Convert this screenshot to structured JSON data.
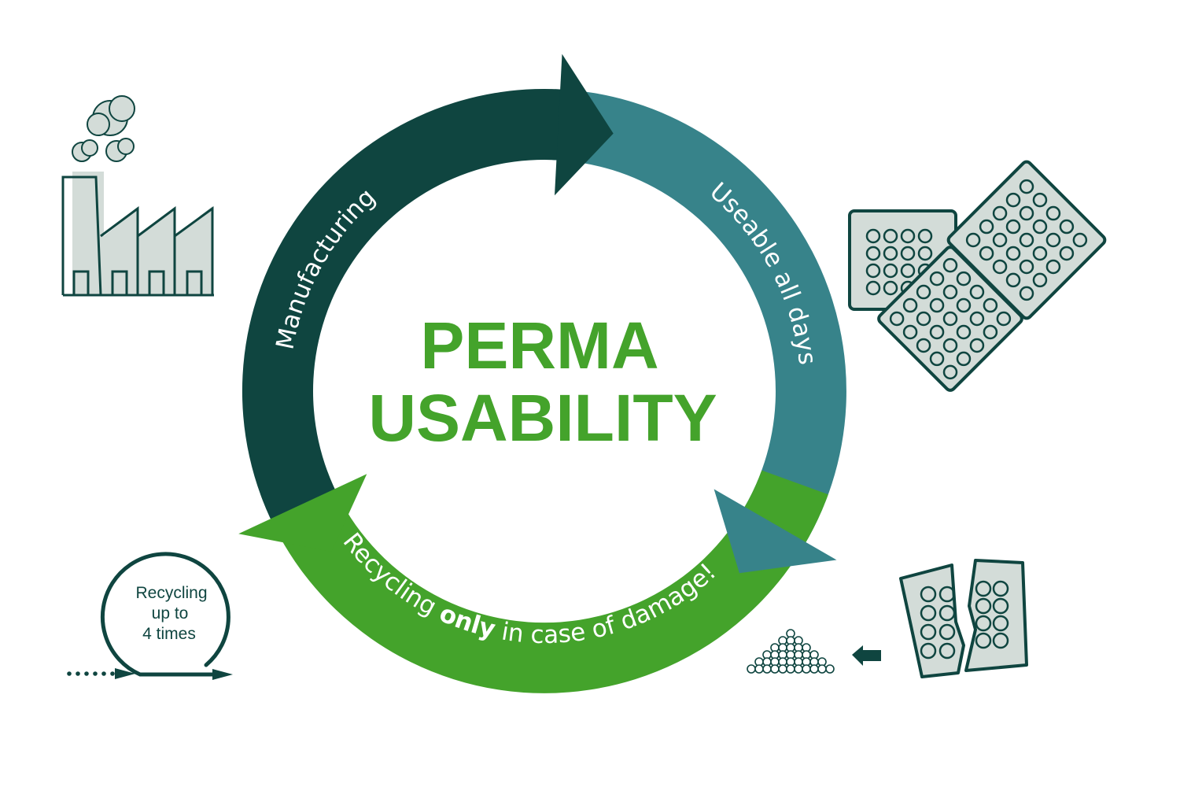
{
  "title": {
    "line1": "PERMA",
    "line2": "USABILITY"
  },
  "cycle": {
    "manufacturing": "Manufacturing",
    "useable": "Useable all days",
    "recycling": {
      "before": "Recycling ",
      "bold": "only",
      "after": " in case of damage!"
    }
  },
  "recycle_note": {
    "line1": "Recycling",
    "line2": "up to",
    "line3": "4 times"
  },
  "colors": {
    "dark": "#0f4540",
    "teal": "#37838a",
    "green": "#44a32b",
    "fill": "#d3dcd8"
  },
  "icons": [
    "factory-icon",
    "tiles-icon",
    "broken-tile-icon",
    "pellets-icon",
    "arrow-left-icon",
    "loop-arrow-icon"
  ]
}
